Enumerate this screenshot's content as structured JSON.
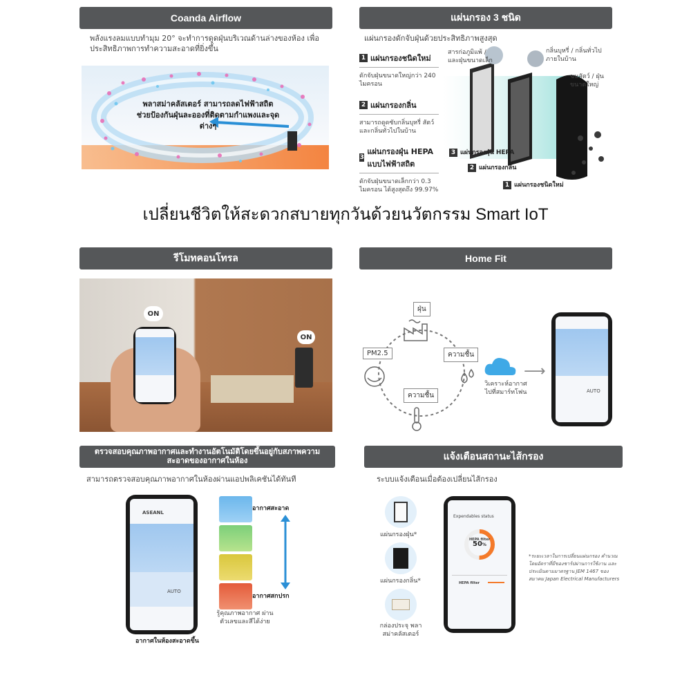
{
  "sections": {
    "coanda": {
      "header": "Coanda Airflow",
      "desc": "พลังแรงลมแบบทำมุม 20° จะทำการดูดฝุ่นบริเวณด้านล่างของห้อง เพื่อประสิทธิภาพการทำความสะอาดที่ยิ่งขึ้น",
      "overlay": "พลาสม่าคลัสเตอร์ สามารถลดไฟฟ้าสถิต ช่วยป้องกันฝุ่นละอองที่ติดตามกำแพงและจุดต่างๆ"
    },
    "filters": {
      "header": "แผ่นกรอง 3 ชนิด",
      "subtitle": "แผ่นกรองดักจับฝุ่นด้วยประสิทธิภาพสูงสุด",
      "items": [
        {
          "num": "1",
          "title": "แผ่นกรองชนิดใหม่",
          "desc": "ดักจับฝุ่นขนาดใหญ่กว่า 240 ไมครอน"
        },
        {
          "num": "2",
          "title": "แผ่นกรองกลิ่น",
          "desc": "สามารถดูดซับกลิ่นบุหรี่ สัตว์ และกลิ่นทั่วไปในบ้าน"
        },
        {
          "num": "3",
          "title": "แผ่นกรองฝุ่น HEPA แบบไฟฟ้าสถิต",
          "desc": "ดักจับฝุ่นขนาดเล็กกว่า 0.3 ไมครอน ได้สูงสุดถึง 99.97%"
        }
      ],
      "callouts": {
        "allergen": "สารก่อภูมิแพ้ / และฝุ่นขนาดเล็ก",
        "smell": "กลิ่นบุหรี่ / กลิ่นทั่วไปภายในบ้าน",
        "pet": "ขนสัตว์ / ฝุ่นขนาดใหญ่"
      },
      "labels": {
        "hepa": "แผ่นกรองฝุ่น HEPA",
        "odor": "แผ่นกรองกลิ่น",
        "new": "แผ่นกรองชนิดใหม่"
      }
    },
    "headline": "เปลี่ยนชีวิตให้สะดวกสบายทุกวันด้วยนวัตกรรม Smart IoT",
    "remote": {
      "header": "รีโมทคอนโทรล",
      "on_label": "ON"
    },
    "homefit": {
      "header": "Home Fit",
      "dust": "ฝุ่น",
      "pm": "PM2.5",
      "humidity": "ความชื้น",
      "temperature": "ความชื้น",
      "analysis": "วิเคราะห์อากาศ ไปที่สมาร์ทโฟน",
      "auto": "AUTO"
    },
    "monitor": {
      "header": "ตรวจสอบคุณภาพอากาศและทำงานอัตโนมัติโดยขึ้นอยู่กับสภาพความสะอาดของอากาศในห้อง",
      "desc": "สามารถตรวจสอบคุณภาพอากาศในห้องผ่านแอปพลิเคชันได้ทันที",
      "clean": "อากาศสะอาด",
      "dirty": "อากาศสกปรก",
      "know": "รู้คุณภาพอากาศ ผ่านตัวเลขและสีได้ง่าย",
      "bottom": "อากาศในห้องสะอาดขึ้น",
      "app_brand": "ASEANL",
      "auto": "AUTO"
    },
    "filter_alert": {
      "header": "แจ้งเตือนสถานะไส้กรอง",
      "desc": "ระบบแจ้งเตือนเมื่อต้องเปลี่ยนไส้กรอง",
      "dust_filter": "แผ่นกรองฝุ่น*",
      "odor_filter": "แผ่นกรองกลิ่น*",
      "plasma_box": "กล่องประจุ พลาสม่าคลัสเตอร์",
      "app_title": "Expendables status",
      "hepa_label": "HEPA filter",
      "percent": "50",
      "percent_unit": "%",
      "note": "*ระยะเวลาในการเปลี่ยนแผ่นกรอง คำนวณโดยอัตราที่มีของชาร์ปผ่านการใช้งาน และประเมินตามมาตรฐาน JEM 1467 ของ สมาคม Japan Electrical Manufacturers"
    }
  },
  "colors": {
    "header_bg": "#555759",
    "blue_arrow": "#2a8fd6",
    "orange": "#f47a2a"
  }
}
